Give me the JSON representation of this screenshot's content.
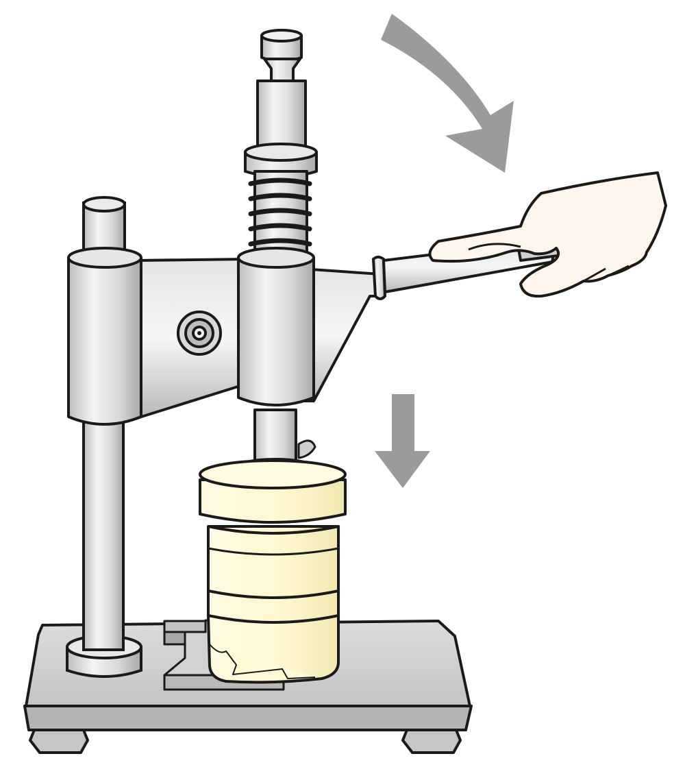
{
  "illustration": {
    "subject": "manual-lever-press",
    "colors": {
      "metal_light": "#ececec",
      "metal_mid": "#cfcfcf",
      "metal_dark": "#a6a6a6",
      "outline": "#1a1a1a",
      "cylinder": "#fff9d6",
      "cylinder_shadow": "#f2eab8",
      "skin": "#fdf6ec",
      "arrow": "#9a9a9a"
    },
    "arrows": [
      "curved-arrow-down-right",
      "straight-arrow-down"
    ]
  }
}
